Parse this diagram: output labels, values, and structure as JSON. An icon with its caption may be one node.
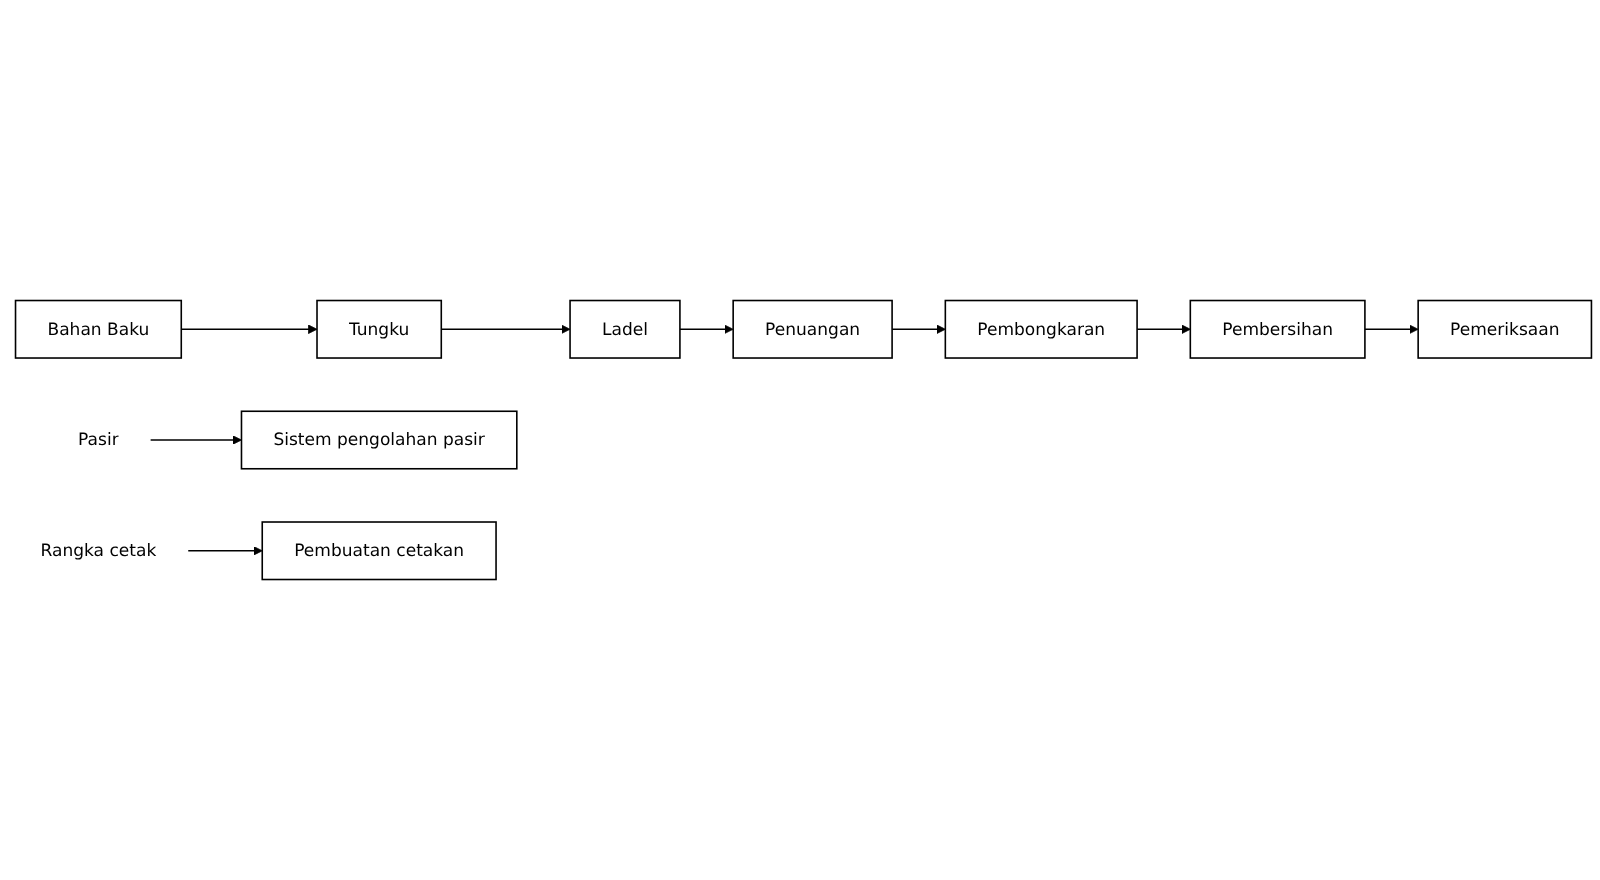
{
  "diagram": {
    "nodes": [
      {
        "text": [
          "Bahan Baku"
        ]
      },
      {
        "text": [
          "Tungku"
        ]
      },
      {
        "text": [
          "Ladel"
        ]
      },
      {
        "text": [
          "Sistem pengolahan pasir"
        ]
      },
      {
        "text": [
          "Pembuatan cetakan"
        ]
      },
      {
        "text": [
          "Penuangan"
        ]
      },
      {
        "text": [
          "Pasir"
        ]
      },
      {
        "text": [
          "Rangka cetak"
        ]
      },
      {
        "text": [
          "Pembongkaran"
        ]
      },
      {
        "text": [
          "Pembersihan"
        ]
      },
      {
        "text": [
          "Pemeriksaan"
        ]
      }
    ],
    "edges": [
      {
        "from": 0,
        "to": 1,
        "arrow": "to"
      },
      {
        "from": 1,
        "to": 2,
        "arrow": "to"
      },
      {
        "from": 2,
        "to": 5,
        "arrow": "to"
      },
      {
        "from": 6,
        "to": 3,
        "arrow": "to"
      },
      {
        "from": 7,
        "to": 4,
        "arrow": "to"
      },
      {
        "from": 5,
        "to": 8,
        "arrow": "to"
      },
      {
        "from": 8,
        "to": 9,
        "arrow": "to"
      },
      {
        "from": 9,
        "to": 10,
        "arrow": "to"
      }
    ]
  }
}
